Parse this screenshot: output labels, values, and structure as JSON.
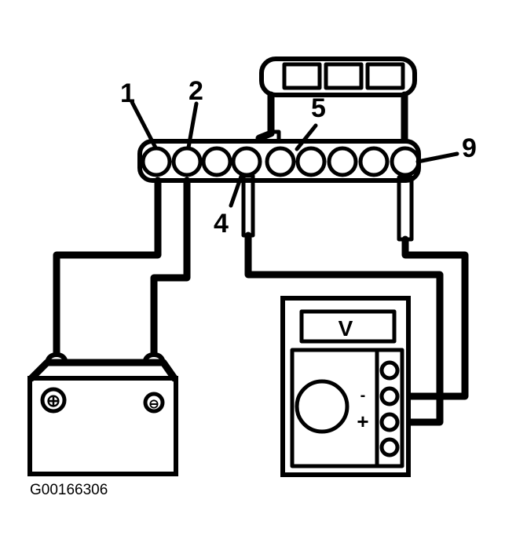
{
  "callouts": {
    "c1": "1",
    "c2": "2",
    "c4": "4",
    "c5": "5",
    "c9": "9"
  },
  "meter": {
    "display": "V",
    "minus": "-",
    "plus": "+"
  },
  "battery": {
    "positive": "⊕",
    "negative": "⊖"
  },
  "figure_id": "G00166306"
}
